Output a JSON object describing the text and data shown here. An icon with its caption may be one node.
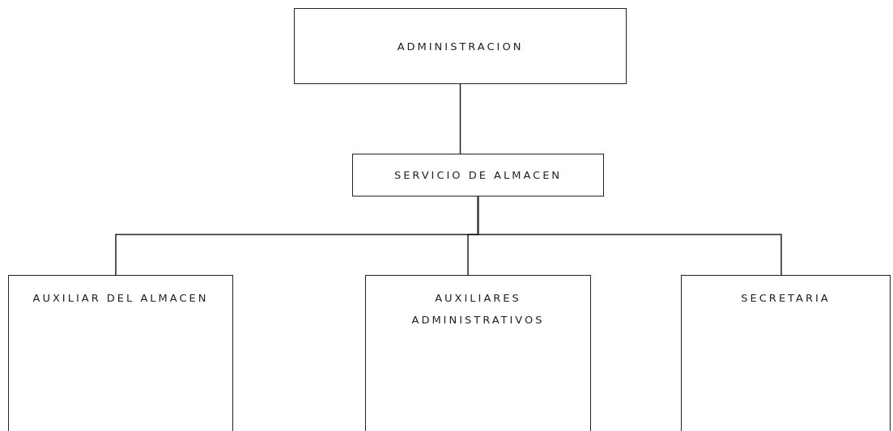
{
  "diagram": {
    "nodes": [
      {
        "text": [
          "ADMINISTRACION"
        ]
      },
      {
        "text": [
          "SERVICIO DE ALMACEN"
        ]
      },
      {
        "text": [
          "AUXILIAR DEL ALMACEN"
        ]
      },
      {
        "text": [
          "AUXILIARES ADMINISTRATIVOS"
        ]
      },
      {
        "text": [
          "SECRETARIA"
        ]
      }
    ],
    "edges": [
      {
        "from": 0,
        "to": 1,
        "arrow": "none"
      },
      {
        "from": 1,
        "to": 2,
        "arrow": "none"
      },
      {
        "from": 1,
        "to": 3,
        "arrow": "none"
      },
      {
        "from": 1,
        "to": 4,
        "arrow": "none"
      }
    ]
  }
}
